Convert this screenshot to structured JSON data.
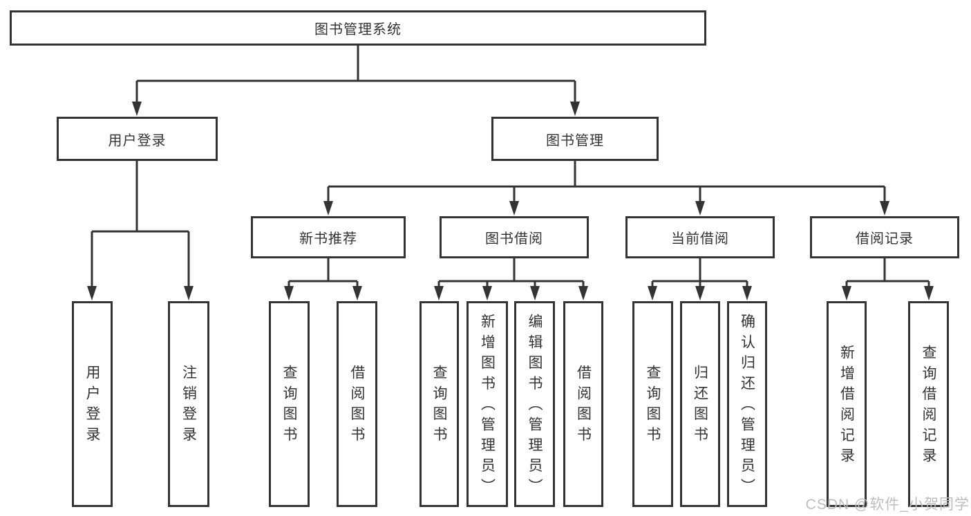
{
  "tree": {
    "root": "图书管理系统",
    "login_branch": {
      "label": "用户登录",
      "children": [
        "用户登录",
        "注销登录"
      ]
    },
    "mgmt_branch": {
      "label": "图书管理",
      "sections": [
        {
          "label": "新书推荐",
          "children": [
            "查询图书",
            "借阅图书"
          ]
        },
        {
          "label": "图书借阅",
          "children": [
            "查询图书",
            "新增图书（管理员）",
            "编辑图书（管理员）",
            "借阅图书"
          ]
        },
        {
          "label": "当前借阅",
          "children": [
            "查询图书",
            "归还图书",
            "确认归还（管理员）"
          ]
        },
        {
          "label": "借阅记录",
          "children": [
            "新增借阅记录",
            "查询借阅记录"
          ]
        }
      ]
    }
  },
  "watermark": "CSDN @软件_小贺同学",
  "colors": {
    "line": "#333333",
    "text": "#333333",
    "background": "#ffffff",
    "watermark": "#bdbdbd"
  }
}
